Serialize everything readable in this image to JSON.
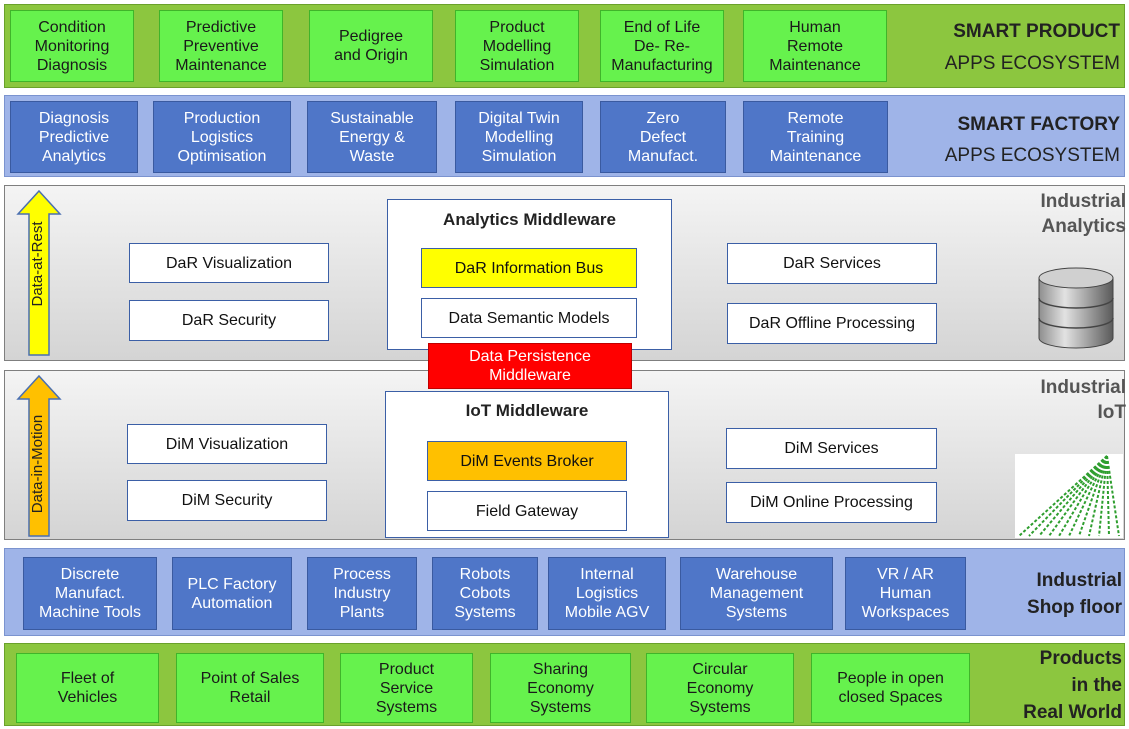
{
  "product_layer": {
    "boxes": [
      "Condition\nMonitoring\nDiagnosis",
      "Predictive\nPreventive\nMaintenance",
      "Pedigree\nand Origin",
      "Product\nModelling\nSimulation",
      "End of Life\nDe- Re-\nManufacturing",
      "Human\nRemote\nMaintenance"
    ],
    "title_bold": "SMART PRODUCT",
    "title_normal": "APPS ECOSYSTEM"
  },
  "factory_layer": {
    "boxes": [
      "Diagnosis\nPredictive\nAnalytics",
      "Production\nLogistics\nOptimisation",
      "Sustainable\nEnergy &\nWaste",
      "Digital Twin\nModelling\nSimulation",
      "Zero\nDefect\nManufact.",
      "Remote\nTraining\nMaintenance"
    ],
    "title_bold": "SMART FACTORY",
    "title_normal": "APPS ECOSYSTEM"
  },
  "analytics_layer": {
    "arrow_label": "Data-at-Rest",
    "left": [
      "DaR Visualization",
      "DaR Security"
    ],
    "middleware_title": "Analytics Middleware",
    "middleware_items": [
      "DaR Information Bus",
      "Data Semantic Models"
    ],
    "right": [
      "DaR Services",
      "DaR Offline Processing"
    ],
    "title": "Industrial\nAnalytics"
  },
  "persistence_label": "Data Persistence\nMiddleware",
  "iot_layer": {
    "arrow_label": "Data-in-Motion",
    "left": [
      "DiM Visualization",
      "DiM Security"
    ],
    "middleware_title": "IoT Middleware",
    "middleware_items": [
      "DiM Events Broker",
      "Field Gateway"
    ],
    "right": [
      "DiM Services",
      "DiM Online Processing"
    ],
    "title": "Industrial\nIoT"
  },
  "shopfloor_layer": {
    "boxes": [
      "Discrete\nManufact.\nMachine Tools",
      "PLC Factory\nAutomation",
      "Process\nIndustry\nPlants",
      "Robots\nCobots\nSystems",
      "Internal\nLogistics\nMobile AGV",
      "Warehouse\nManagement\nSystems",
      "VR / AR\nHuman\nWorkspaces"
    ],
    "title": "Industrial\nShop floor"
  },
  "realworld_layer": {
    "boxes": [
      "Fleet of\nVehicles",
      "Point of Sales\nRetail",
      "Product\nService\nSystems",
      "Sharing\nEconomy\nSystems",
      "Circular\nEconomy\nSystems",
      "People in open\nclosed Spaces"
    ],
    "title": "Products\nin the\nReal World"
  },
  "colors": {
    "green_band": "#8cc63f",
    "green_box": "#66f24d",
    "blue_band": "#9fb4e8",
    "blue_box": "#4f76c8",
    "yellow": "#ffff00",
    "orange": "#ffc000",
    "red": "#ff0000"
  },
  "icons": [
    "database-icon",
    "iot-network-icon",
    "up-arrow-icon"
  ]
}
